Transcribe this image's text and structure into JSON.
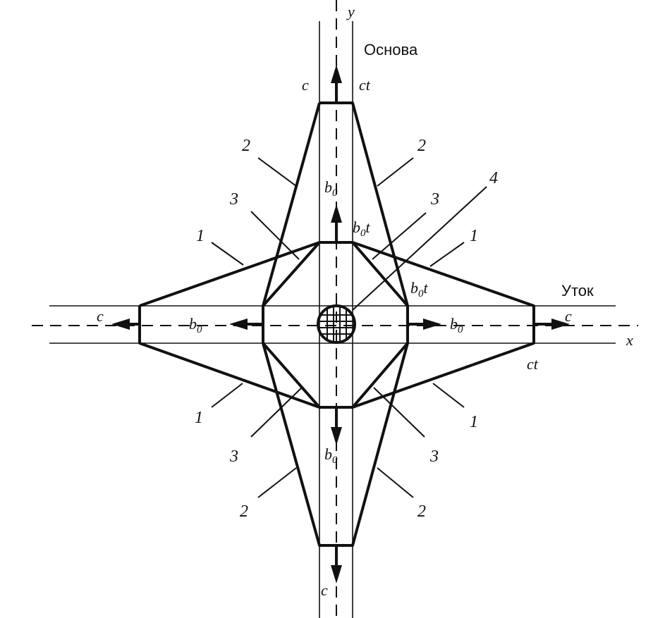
{
  "axes": {
    "y": "y",
    "x": "x"
  },
  "warp_label": "Основа",
  "weft_label": "Уток",
  "symbols": {
    "c": "c",
    "ct": "ct",
    "b0": "b",
    "b0_sub": "0",
    "b0t_t": "t"
  },
  "curve_numbers": {
    "one": "1",
    "two": "2",
    "three": "3",
    "four": "4"
  }
}
